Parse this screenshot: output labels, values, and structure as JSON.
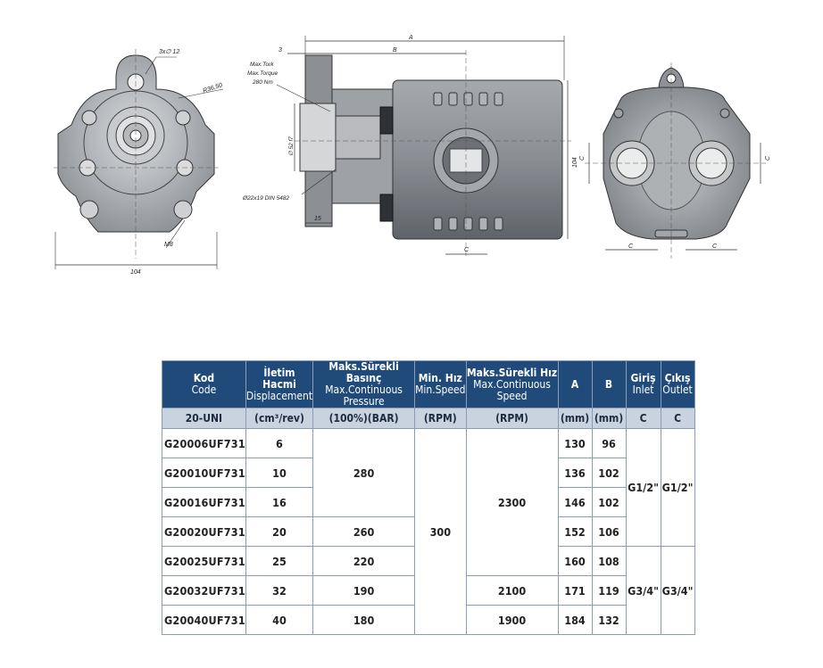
{
  "drawing_labels": {
    "front": {
      "holes": "3x∅ 12",
      "radius": "R36,50",
      "thread": "M8",
      "width": "104"
    },
    "side": {
      "a": "A",
      "b": "B",
      "three": "3",
      "torque1": "Max.Tork",
      "torque2": "Max.Torque",
      "torque3": "280 Nm",
      "dia": "∅ 52 f7",
      "shaft": "Ø22x19 DIN 5482",
      "fifteen": "15",
      "height": "104",
      "c": "C"
    },
    "rear": {
      "c_bottom_left": "C",
      "c_bottom_right": "C",
      "c_left": "C",
      "c_right": "C"
    }
  },
  "table": {
    "headers": [
      {
        "tr": "Kod",
        "en": "Code"
      },
      {
        "tr": "İletim Hacmi",
        "en": "Displacement"
      },
      {
        "tr": "Maks.Sürekli Basınç",
        "en": "Max.Continuous Pressure"
      },
      {
        "tr": "Min. Hız",
        "en": "Min.Speed"
      },
      {
        "tr": "Maks.Sürekli Hız",
        "en": "Max.Continuous Speed"
      },
      {
        "tr": "A",
        "en": ""
      },
      {
        "tr": "B",
        "en": ""
      },
      {
        "tr": "Giriş",
        "en": "Inlet"
      },
      {
        "tr": "Çıkış",
        "en": "Outlet"
      }
    ],
    "units": [
      "20-UNI",
      "(cm³/rev)",
      "(100%)(BAR)",
      "(RPM)",
      "(RPM)",
      "(mm)",
      "(mm)",
      "C",
      "C"
    ],
    "rows": [
      {
        "code": "G20006UF731",
        "disp": "6",
        "a": "130",
        "b": "96"
      },
      {
        "code": "G20010UF731",
        "disp": "10",
        "a": "136",
        "b": "102"
      },
      {
        "code": "G20016UF731",
        "disp": "16",
        "a": "146",
        "b": "102"
      },
      {
        "code": "G20020UF731",
        "disp": "20",
        "a": "152",
        "b": "106"
      },
      {
        "code": "G20025UF731",
        "disp": "25",
        "a": "160",
        "b": "108"
      },
      {
        "code": "G20032UF731",
        "disp": "32",
        "a": "171",
        "b": "119"
      },
      {
        "code": "G20040UF731",
        "disp": "40",
        "a": "184",
        "b": "132"
      }
    ],
    "merged": {
      "press_280": "280",
      "press_260": "260",
      "press_220": "220",
      "press_190": "190",
      "press_180": "180",
      "min_speed": "300",
      "max_2300": "2300",
      "max_2100": "2100",
      "max_1900": "1900",
      "port_small_in": "G1/2\"",
      "port_small_out": "G1/2\"",
      "port_large_in": "G3/4\"",
      "port_large_out": "G3/4\""
    }
  }
}
